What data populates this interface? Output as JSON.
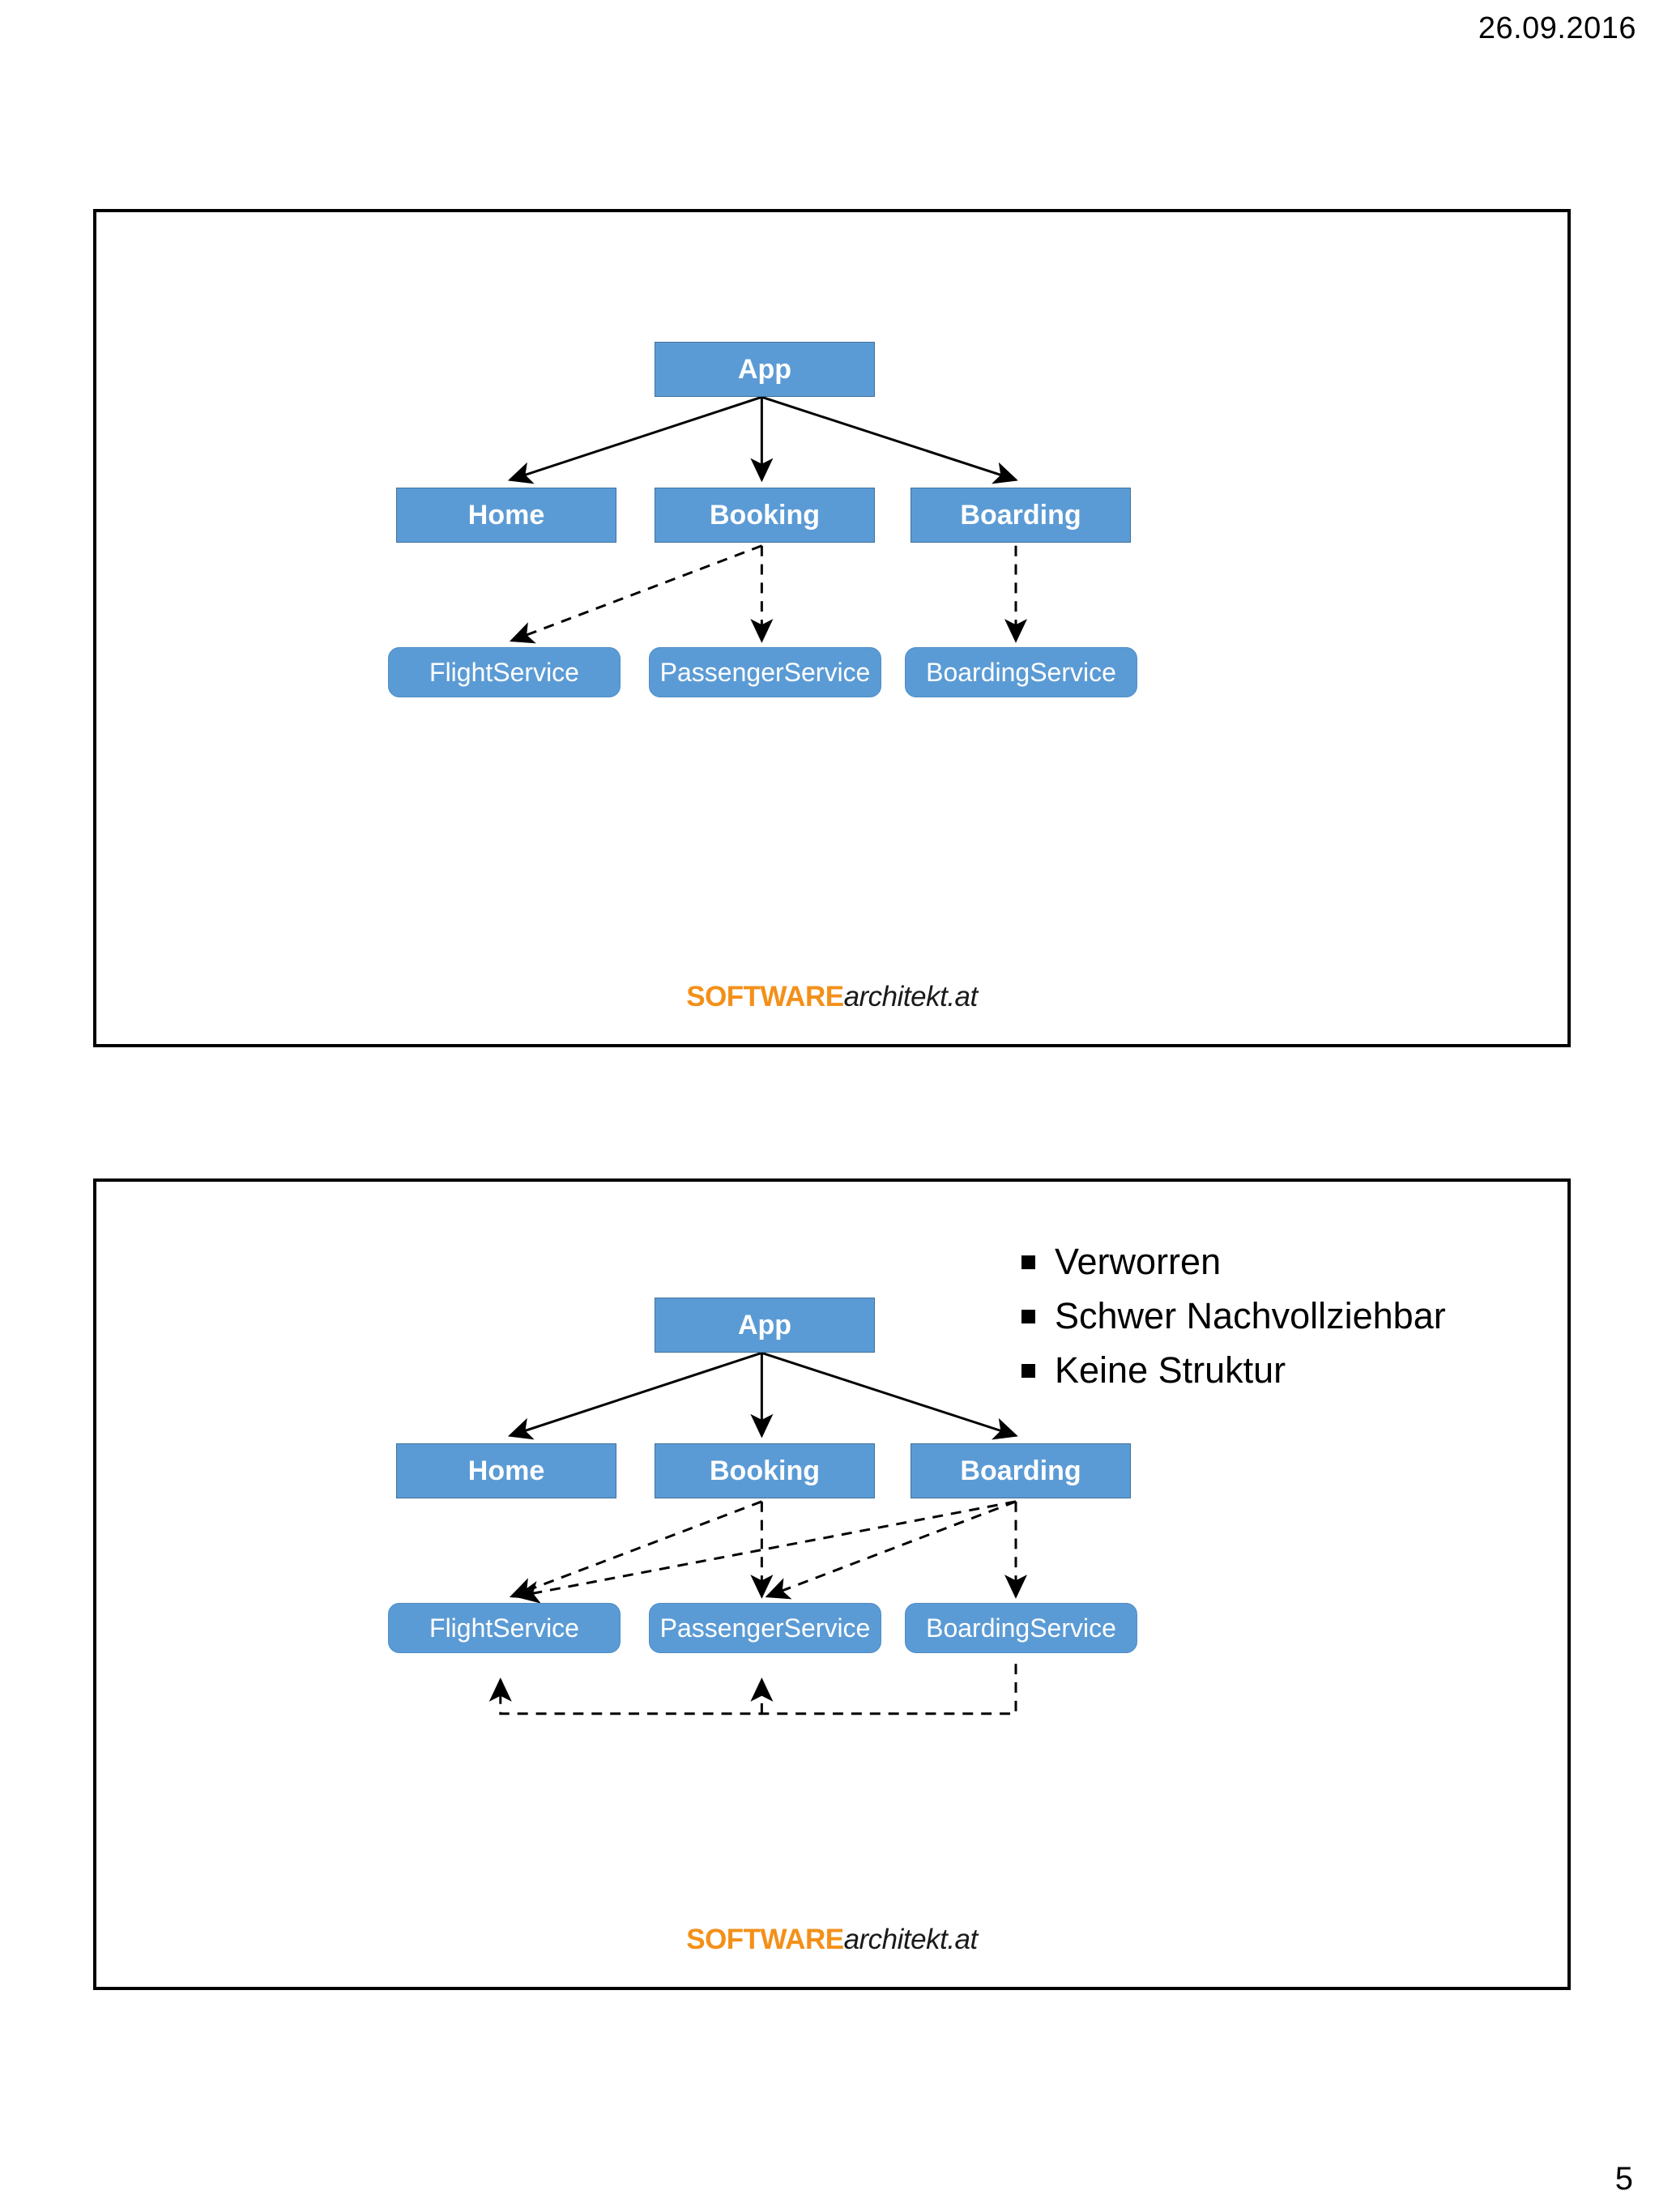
{
  "page": {
    "date": "26.09.2016",
    "number": "5"
  },
  "logo": {
    "mark": "SOFTWARE",
    "suffix": "architekt.at"
  },
  "slides": [
    {
      "id": "slide-1",
      "name": "layered-architecture-diagram-simple",
      "nodes": {
        "app": "App",
        "home": "Home",
        "booking": "Booking",
        "boarding": "Boarding",
        "flight_service": "FlightService",
        "passenger_service": "PassengerService",
        "boarding_service": "BoardingService"
      }
    },
    {
      "id": "slide-2",
      "name": "layered-architecture-diagram-tangled",
      "nodes": {
        "app": "App",
        "home": "Home",
        "booking": "Booking",
        "boarding": "Boarding",
        "flight_service": "FlightService",
        "passenger_service": "PassengerService",
        "boarding_service": "BoardingService"
      },
      "bullets": [
        "Verworren",
        "Schwer Nachvollziehbar",
        "Keine Struktur"
      ]
    }
  ],
  "colors": {
    "node_fill": "#5B9BD5",
    "node_border": "#41719C",
    "logo_orange": "#F39019",
    "frame": "#000000",
    "edge": "#000000"
  }
}
